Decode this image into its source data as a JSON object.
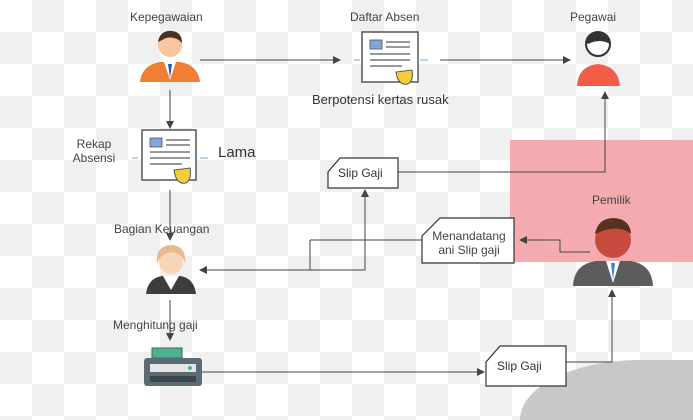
{
  "nodes": {
    "kepegawaian": "Kepegawaian",
    "daftar_absen": "Daftar Absen",
    "pegawai": "Pegawai",
    "rekap_absensi_line1": "Rekap",
    "rekap_absensi_line2": "Absensi",
    "lama": "Lama",
    "berpotensi": "Berpotensi kertas rusak",
    "slip_gaji_top": "Slip Gaji",
    "pemilik": "Pemilik",
    "bagian_keuangan": "Bagian Keuangan",
    "menandatangani_line1": "Menandatang",
    "menandatangani_line2": "ani Slip gaji",
    "menghitung_gaji": "Menghitung gaji",
    "slip_gaji_bottom": "Slip Gaji"
  },
  "colors": {
    "highlight": "#f3a3a8",
    "arrow": "#444444",
    "person_orange": "#f07f35",
    "person_red": "#f25d4a"
  }
}
